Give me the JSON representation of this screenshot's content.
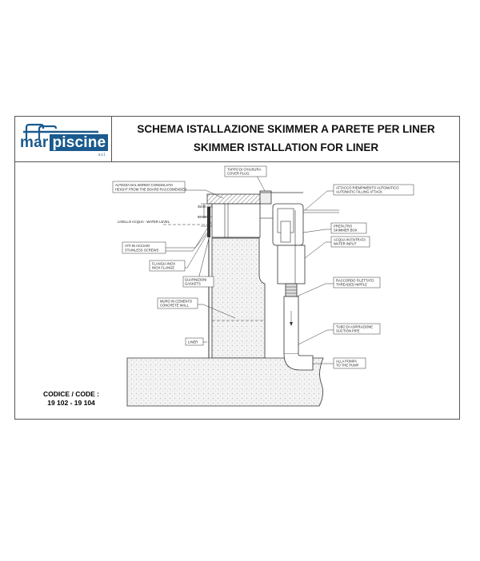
{
  "brand": {
    "name_a": "mar",
    "name_b": "piscine",
    "suffix": "s.r.l."
  },
  "title_it": "SCHEMA ISTALLAZIONE SKIMMER A PARETE PER LINER",
  "title_en": "SKIMMER ISTALLATION FOR LINER",
  "code": {
    "label": "CODICE / CODE :",
    "value": "19 102 - 19 104"
  },
  "labels": {
    "altezza_it": "ALTEZZA DAL BORDO CONSIGLIATA",
    "altezza_en": "HEIGHT FROM THE BOARD RACCOMENDED",
    "tappo_it": "TAPPO DI CHIUSURA",
    "tappo_en": "COVER PLUG",
    "attacco_it": "ATTACCO RIEMPIMENTO AUTOMATICO",
    "attacco_en": "AUTOMATIC FILLING ATTACK",
    "livello": "LIVELLO ACQUA - WATER LEVEL",
    "dim_top": "35/40 mm",
    "dim_mid": "95 mm",
    "viti_it": "VITI IN ACCIAIO",
    "viti_en": "STAINLESS SCREWS",
    "flangia_it": "FLANGIA INOX",
    "flangia_en": "INOX FLANGE",
    "guarnizioni_it": "GUARNIZIONI",
    "guarnizioni_en": "GASKETS",
    "prefiltro_it": "PREFILTRO",
    "prefiltro_en": "SKIMMER BOX",
    "acqua_it": "ACQUA IN ENTRATA",
    "acqua_en": "WATER INPUT",
    "muro_it": "MURO IN CEMENTO",
    "muro_en": "CONCRETE WALL",
    "raccordo_it": "RACCORDO FILETTATO",
    "raccordo_en": "THREADED NIPPLE",
    "liner": "LINER",
    "tubo_it": "TUBO DI ASPIRAZIONE",
    "tubo_en": "SUCTION PIPE",
    "pompa_it": "ALLA POMPA",
    "pompa_en": "TO THE PUMP"
  },
  "colors": {
    "brand_blue": "#1a5a8e",
    "line": "#333333"
  }
}
